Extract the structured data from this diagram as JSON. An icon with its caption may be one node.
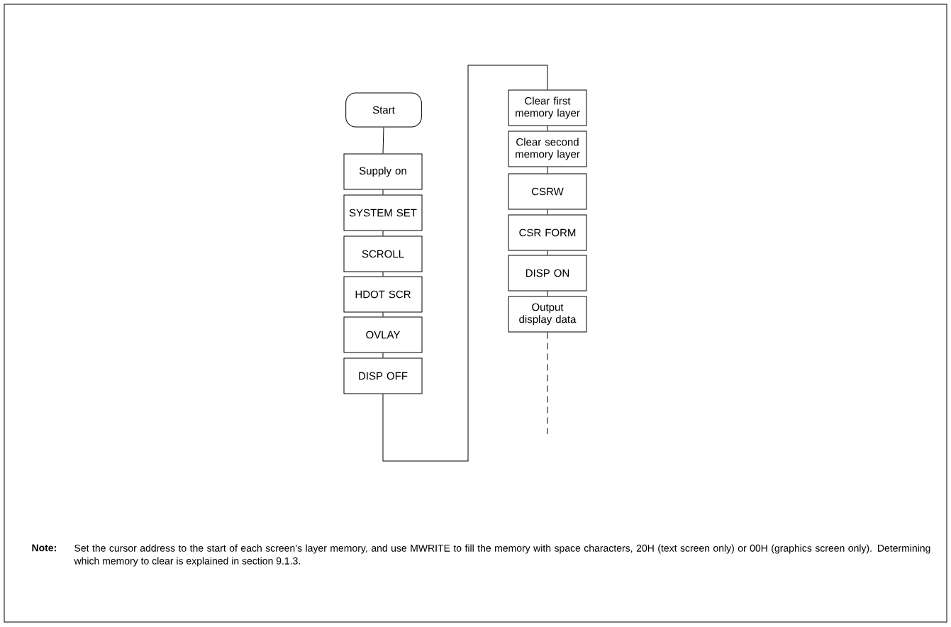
{
  "diagram": {
    "nodes": [
      {
        "text": [
          "Start"
        ]
      },
      {
        "text": [
          "Supply on"
        ]
      },
      {
        "text": [
          "SYSTEM SET"
        ]
      },
      {
        "text": [
          "SCROLL"
        ]
      },
      {
        "text": [
          "HDOT SCR"
        ]
      },
      {
        "text": [
          "OVLAY"
        ]
      },
      {
        "text": [
          "DISP OFF"
        ]
      },
      {
        "text": [
          "Clear first memory layer"
        ]
      },
      {
        "text": [
          "Clear second memory layer"
        ]
      },
      {
        "text": [
          "CSRW"
        ]
      },
      {
        "text": [
          "CSR FORM"
        ]
      },
      {
        "text": [
          "DISP ON"
        ]
      },
      {
        "text": [
          "Output display data"
        ]
      }
    ],
    "edges": [
      {
        "from": 0,
        "to": 1,
        "arrow": "none"
      },
      {
        "from": 1,
        "to": 2,
        "arrow": "none"
      },
      {
        "from": 2,
        "to": 3,
        "arrow": "none"
      },
      {
        "from": 3,
        "to": 4,
        "arrow": "none"
      },
      {
        "from": 4,
        "to": 5,
        "arrow": "none"
      },
      {
        "from": 5,
        "to": 6,
        "arrow": "none"
      },
      {
        "from": 6,
        "to": 7,
        "arrow": "none"
      },
      {
        "from": 7,
        "to": 8,
        "arrow": "none"
      },
      {
        "from": 8,
        "to": 9,
        "arrow": "none"
      },
      {
        "from": 9,
        "to": 10,
        "arrow": "none"
      },
      {
        "from": 10,
        "to": 11,
        "arrow": "none"
      },
      {
        "from": 11,
        "to": 12,
        "arrow": "none"
      },
      {
        "from": 12,
        "to": null,
        "arrow": "none",
        "style": "dashed"
      }
    ],
    "labels": [
      "Note:",
      "Set the cursor address to the start of each screen’s layer memory, and use MWRITE to fill the memory with space characters, 20H (text screen only) or 00H (graphics screen only). Determining which memory to clear is explained in section 9.1.3."
    ]
  }
}
